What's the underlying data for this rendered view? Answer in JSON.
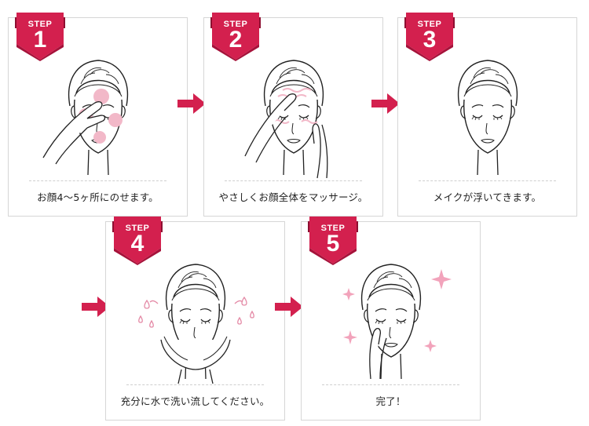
{
  "colors": {
    "accent": "#d3204e",
    "accent_dark": "#a6123a",
    "pink_light": "#f2b8c8",
    "line": "#222222"
  },
  "steps": [
    {
      "label": "STEP",
      "number": "1",
      "caption": "お顔4～5ヶ所にのせます。",
      "illustration": "face-applying-product-icon"
    },
    {
      "label": "STEP",
      "number": "2",
      "caption": "やさしくお顔全体をマッサージ。",
      "illustration": "face-massaging-icon"
    },
    {
      "label": "STEP",
      "number": "3",
      "caption": "メイクが浮いてきます。",
      "illustration": "face-makeup-lifting-icon"
    },
    {
      "label": "STEP",
      "number": "4",
      "caption": "充分に水で洗い流してください。",
      "illustration": "face-rinsing-water-icon"
    },
    {
      "label": "STEP",
      "number": "5",
      "caption": "完了！",
      "illustration": "face-sparkling-clean-icon"
    }
  ],
  "arrows": [
    "right-arrow-icon",
    "right-arrow-icon",
    "right-arrow-icon",
    "right-arrow-icon"
  ]
}
